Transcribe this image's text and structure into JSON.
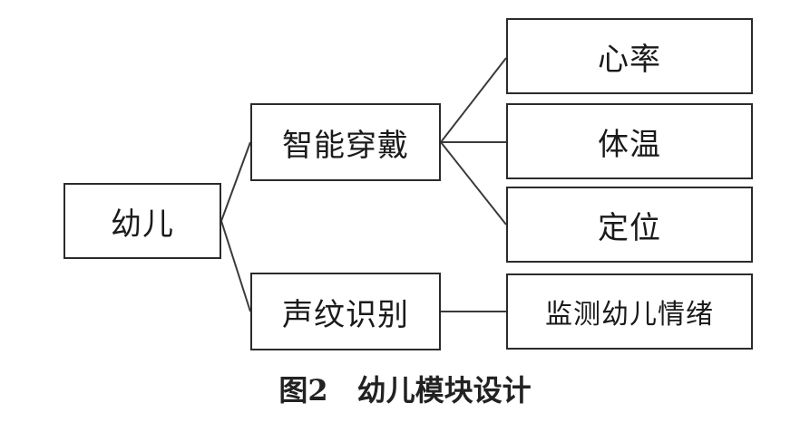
{
  "diagram": {
    "root": "幼儿",
    "branches": [
      {
        "label": "智能穿戴",
        "children": [
          "心率",
          "体温",
          "定位"
        ]
      },
      {
        "label": "声纹识别",
        "children": [
          "监测幼儿情绪"
        ]
      }
    ]
  },
  "caption": "图2　幼儿模块设计"
}
